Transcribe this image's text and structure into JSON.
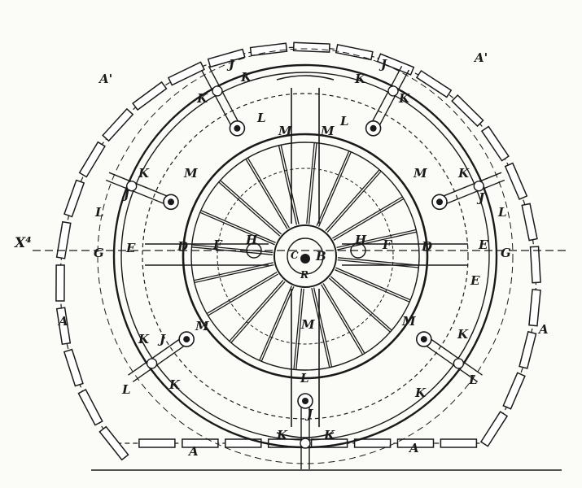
{
  "labels": {
    "a_prime_left": "A'",
    "a_prime_right": "A'",
    "a_left": "A",
    "a_right": "A",
    "a_bottom_left": "A",
    "a_bottom_right": "A",
    "x4": "X⁴",
    "g_left": "G",
    "g_right": "G",
    "e_left": "E",
    "e_right_axis": "E",
    "e_right_low": "E",
    "d_left": "D",
    "d_right": "D",
    "f_left": "F",
    "f_right": "F",
    "h_left": "H",
    "h_right": "H",
    "b_center": "B",
    "c_center": "C",
    "r_center": "R",
    "top_j_left": "J",
    "top_k1_left": "K",
    "top_k2_left": "K",
    "top_l_left": "L",
    "top_m_left": "M",
    "top_j_right": "J",
    "top_k1_right": "K",
    "top_k2_right": "K",
    "top_l_right": "L",
    "top_m_right": "M",
    "mid_k_left": "K",
    "mid_m_left": "M",
    "mid_j_left": "J",
    "mid_l_left": "L",
    "mid_k_right": "K",
    "mid_m_right": "M",
    "mid_j_right": "J",
    "mid_l_right": "L",
    "low_k_left": "K",
    "low_j_left": "J",
    "low_m_left": "M",
    "low_k2_left": "K",
    "low_l_left": "L",
    "low_m_right": "M",
    "low_k_right": "K",
    "low_k2_right": "K",
    "low_l_right": "L",
    "bot_m": "M",
    "bot_l": "L",
    "bot_j": "J",
    "bot_k_left": "K",
    "bot_k_right": "K"
  }
}
